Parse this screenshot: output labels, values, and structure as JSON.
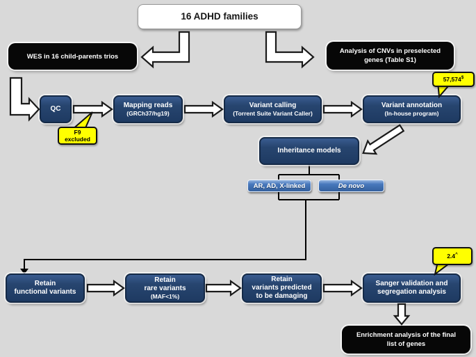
{
  "colors": {
    "background": "#d9d9d9",
    "navy_node": "#20406b",
    "blue_node": "#3a6bb0",
    "black_node": "#070707",
    "callout_yellow": "#ffff00",
    "arrow_fill": "#ffffff",
    "line_black": "#000000"
  },
  "nodes": {
    "families": {
      "label": "16 ADHD families"
    },
    "wes": {
      "label": "WES in 16 child-parents trios"
    },
    "cnv": {
      "line1": "Analysis of CNVs in preselected",
      "line2": "genes (Table S1)"
    },
    "qc": {
      "label": "QC"
    },
    "mapping": {
      "label": "Mapping reads",
      "sub": "(GRCh37/hg19)"
    },
    "calling": {
      "label": "Variant calling",
      "sub": "(Torrent Suite Variant Caller)"
    },
    "annotation": {
      "label": "Variant annotation",
      "sub": "(In-house program)"
    },
    "inheritance": {
      "label": "Inheritance models"
    },
    "model_recessive": {
      "label": "AR, AD, X-linked"
    },
    "model_denovo": {
      "label": "De novo"
    },
    "retain_functional": {
      "line1": "Retain",
      "line2": "functional variants"
    },
    "retain_rare": {
      "line1": "Retain",
      "line2": "rare variants",
      "sub": "(MAF<1%)"
    },
    "retain_damaging": {
      "line1": "Retain",
      "line2": "variants predicted",
      "line3": "to be damaging"
    },
    "sanger": {
      "line1": "Sanger validation and",
      "line2": "segregation analysis"
    },
    "enrichment": {
      "line1": "Enrichment analysis  of the final",
      "line2": "list of genes"
    }
  },
  "callouts": {
    "variant_count": {
      "value": "57,574",
      "sup": "$"
    },
    "f9": {
      "line1": "F9",
      "line2": "excluded"
    },
    "validation_rate": {
      "value": "2.4",
      "sup": "^"
    }
  }
}
